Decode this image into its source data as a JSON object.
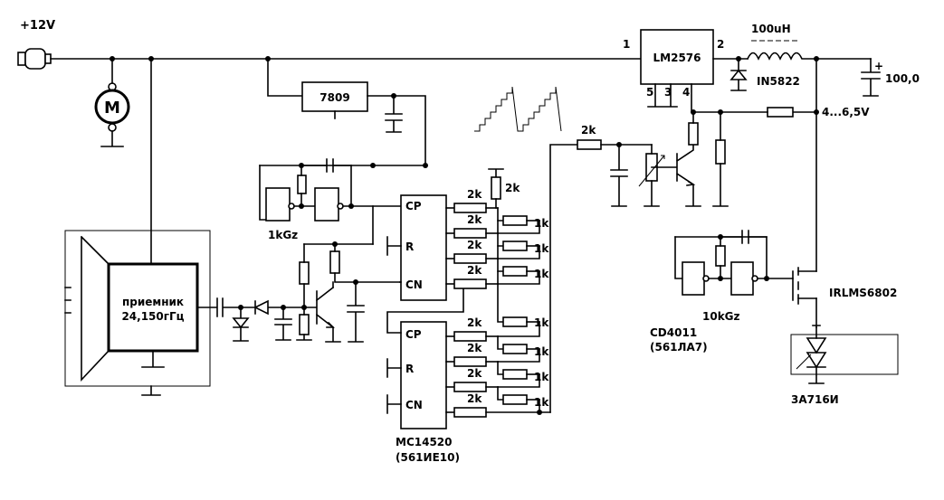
{
  "supply": {
    "voltage": "+12V"
  },
  "motor": {
    "label": "M"
  },
  "regulator": {
    "label": "7809"
  },
  "switcher": {
    "label": "LM2576",
    "pins": {
      "p1": "1",
      "p2": "2",
      "p3": "3",
      "p4": "4",
      "p5": "5"
    }
  },
  "inductor": {
    "label": "100uH"
  },
  "diode": {
    "label": "IN5822"
  },
  "output_cap": {
    "label": "100,0",
    "polarity": "+"
  },
  "output_voltage": {
    "label": "4...6,5V"
  },
  "receiver": {
    "line1": "приемник",
    "line2": "24,150гГц"
  },
  "oscillator_1k": {
    "label": "1kGz"
  },
  "oscillator_10k": {
    "label": "10kGz"
  },
  "counter_top": {
    "pins": {
      "cp": "CP",
      "r": "R",
      "cn": "CN"
    }
  },
  "counter_bottom": {
    "pins": {
      "cp": "CP",
      "r": "R",
      "cn": "CN"
    }
  },
  "counter_part": {
    "line1": "MC14520",
    "line2": "(561ИЕ10)"
  },
  "gate_part": {
    "line1": "CD4011",
    "line2": "(561ЛА7)"
  },
  "mosfet": {
    "label": "IRLMS6802"
  },
  "gunn_diode": {
    "label": "3А716И"
  },
  "ladder": {
    "r_series": "2k",
    "r_shunt": "1k"
  },
  "resistor_2k": {
    "label": "2k"
  }
}
